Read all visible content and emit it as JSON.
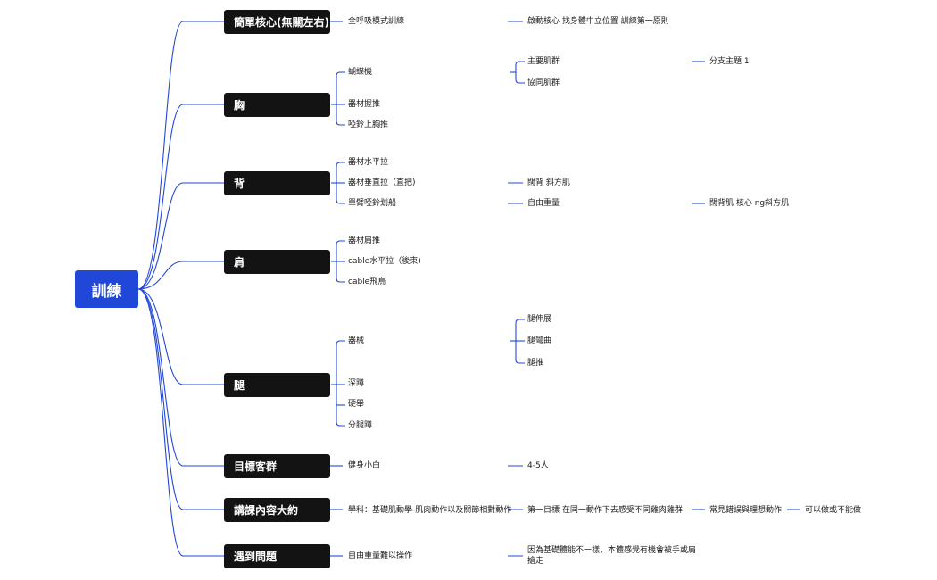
{
  "root": {
    "label": "訓練"
  },
  "branches": [
    {
      "label": "簡單核心(無關左右)",
      "children": [
        {
          "label": "全呼吸模式訓練",
          "children": [
            {
              "label": "啟動核心 找身體中立位置 訓練第一原則"
            }
          ]
        }
      ]
    },
    {
      "label": "胸",
      "children": [
        {
          "label": "蝴蝶機",
          "children": [
            {
              "label": "主要肌群",
              "children": [
                {
                  "label": "分支主題 1"
                }
              ]
            },
            {
              "label": "協同肌群"
            }
          ]
        },
        {
          "label": "器材握推"
        },
        {
          "label": "啞鈴上胸推"
        }
      ]
    },
    {
      "label": "背",
      "children": [
        {
          "label": "器材水平拉"
        },
        {
          "label": "器材垂直拉（直把)",
          "children": [
            {
              "label": "闊背 斜方肌"
            }
          ]
        },
        {
          "label": "單臂啞鈴划船",
          "children": [
            {
              "label": "自由重量",
              "children": [
                {
                  "label": "闊背肌 核心 ng斜方肌"
                }
              ]
            }
          ]
        }
      ]
    },
    {
      "label": "肩",
      "children": [
        {
          "label": "器材肩推"
        },
        {
          "label": "cable水平拉（後束)"
        },
        {
          "label": "cable飛鳥"
        }
      ]
    },
    {
      "label": "腿",
      "children": [
        {
          "label": "器械",
          "children": [
            {
              "label": "腿伸展"
            },
            {
              "label": "腿彎曲"
            },
            {
              "label": "腿推"
            }
          ]
        },
        {
          "label": "深蹲"
        },
        {
          "label": "硬舉"
        },
        {
          "label": "分腿蹲"
        }
      ]
    },
    {
      "label": "目標客群",
      "children": [
        {
          "label": "健身小白",
          "children": [
            {
              "label": "4-5人"
            }
          ]
        }
      ]
    },
    {
      "label": "講課內容大約",
      "children": [
        {
          "label": "學科：基礎肌動學-肌肉動作以及關節相對動作",
          "children": [
            {
              "label": "第一目標 在同一動作下去感受不同雞肉雞群",
              "children": [
                {
                  "label": "常見錯誤與理想動作",
                  "children": [
                    {
                      "label": "可以做或不能做"
                    }
                  ]
                }
              ]
            }
          ]
        }
      ]
    },
    {
      "label": "遇到問題",
      "children": [
        {
          "label": "自由重量難以操作",
          "children": [
            {
              "label": "因為基礎體能不一樣，本體感覺有機會被手或肩搶走"
            }
          ]
        }
      ]
    }
  ],
  "colors": {
    "root": "#2147d8",
    "node": "#131313",
    "line": "#2147d8"
  }
}
